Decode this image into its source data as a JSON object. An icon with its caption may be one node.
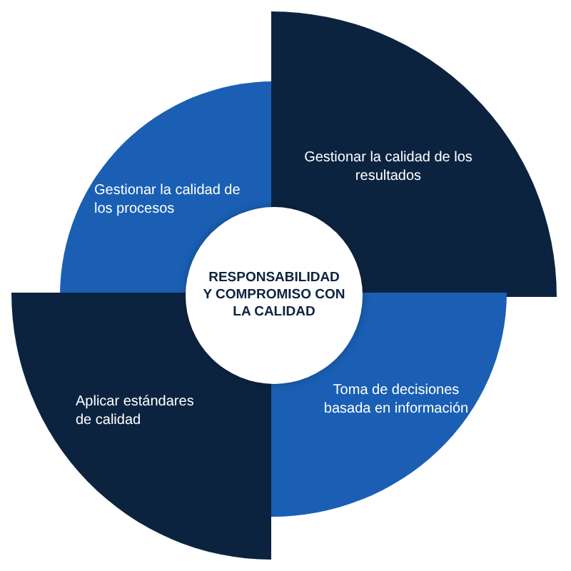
{
  "diagram": {
    "nodes": [
      {
        "text": [
          "Gestionar la calidad de los procesos"
        ]
      },
      {
        "text": [
          "Gestionar la calidad de los resultados"
        ]
      },
      {
        "text": [
          "RESPONSABILIDAD Y COMPROMISO CON LA CALIDAD"
        ]
      },
      {
        "text": [
          "Aplicar estándares de calidad"
        ]
      },
      {
        "text": [
          "Toma de decisiones basada en información"
        ]
      }
    ]
  }
}
